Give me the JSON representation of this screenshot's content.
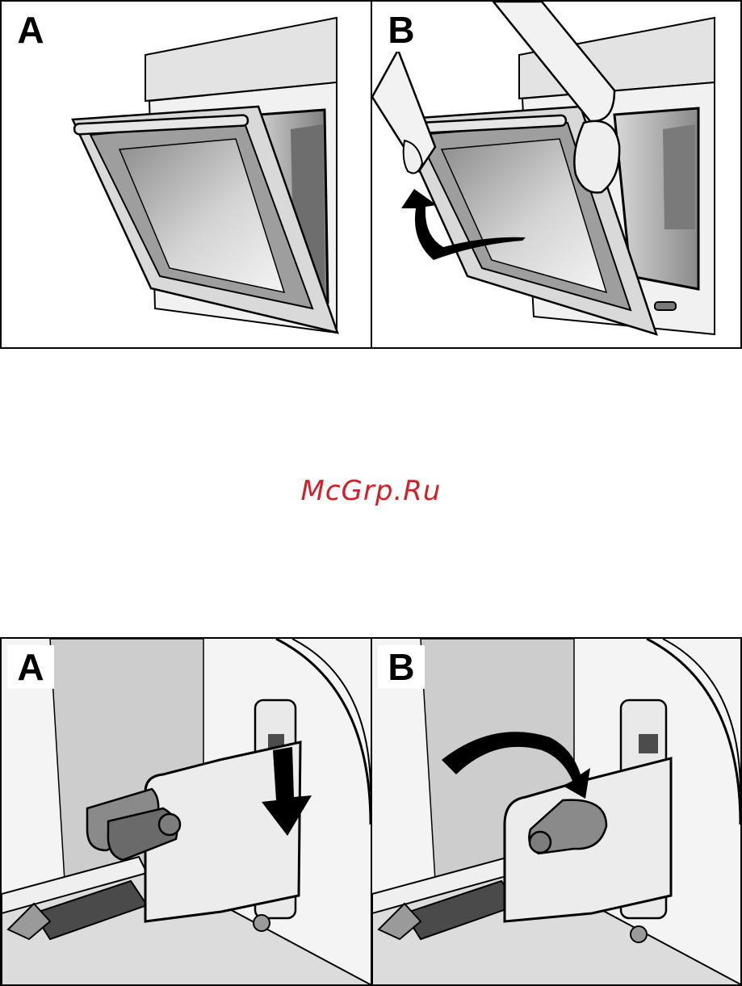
{
  "figures": {
    "top": {
      "panel_a_label": "A",
      "panel_b_label": "B"
    },
    "bottom": {
      "panel_a_label": "A",
      "panel_b_label": "B"
    }
  },
  "watermark": {
    "text": "McGrp.Ru",
    "color": "#d0202a"
  },
  "colors": {
    "outline": "#000000",
    "light_gray": "#d9d9d9",
    "mid_gray": "#9a9a9a",
    "dark_gray": "#5e5e5e"
  }
}
